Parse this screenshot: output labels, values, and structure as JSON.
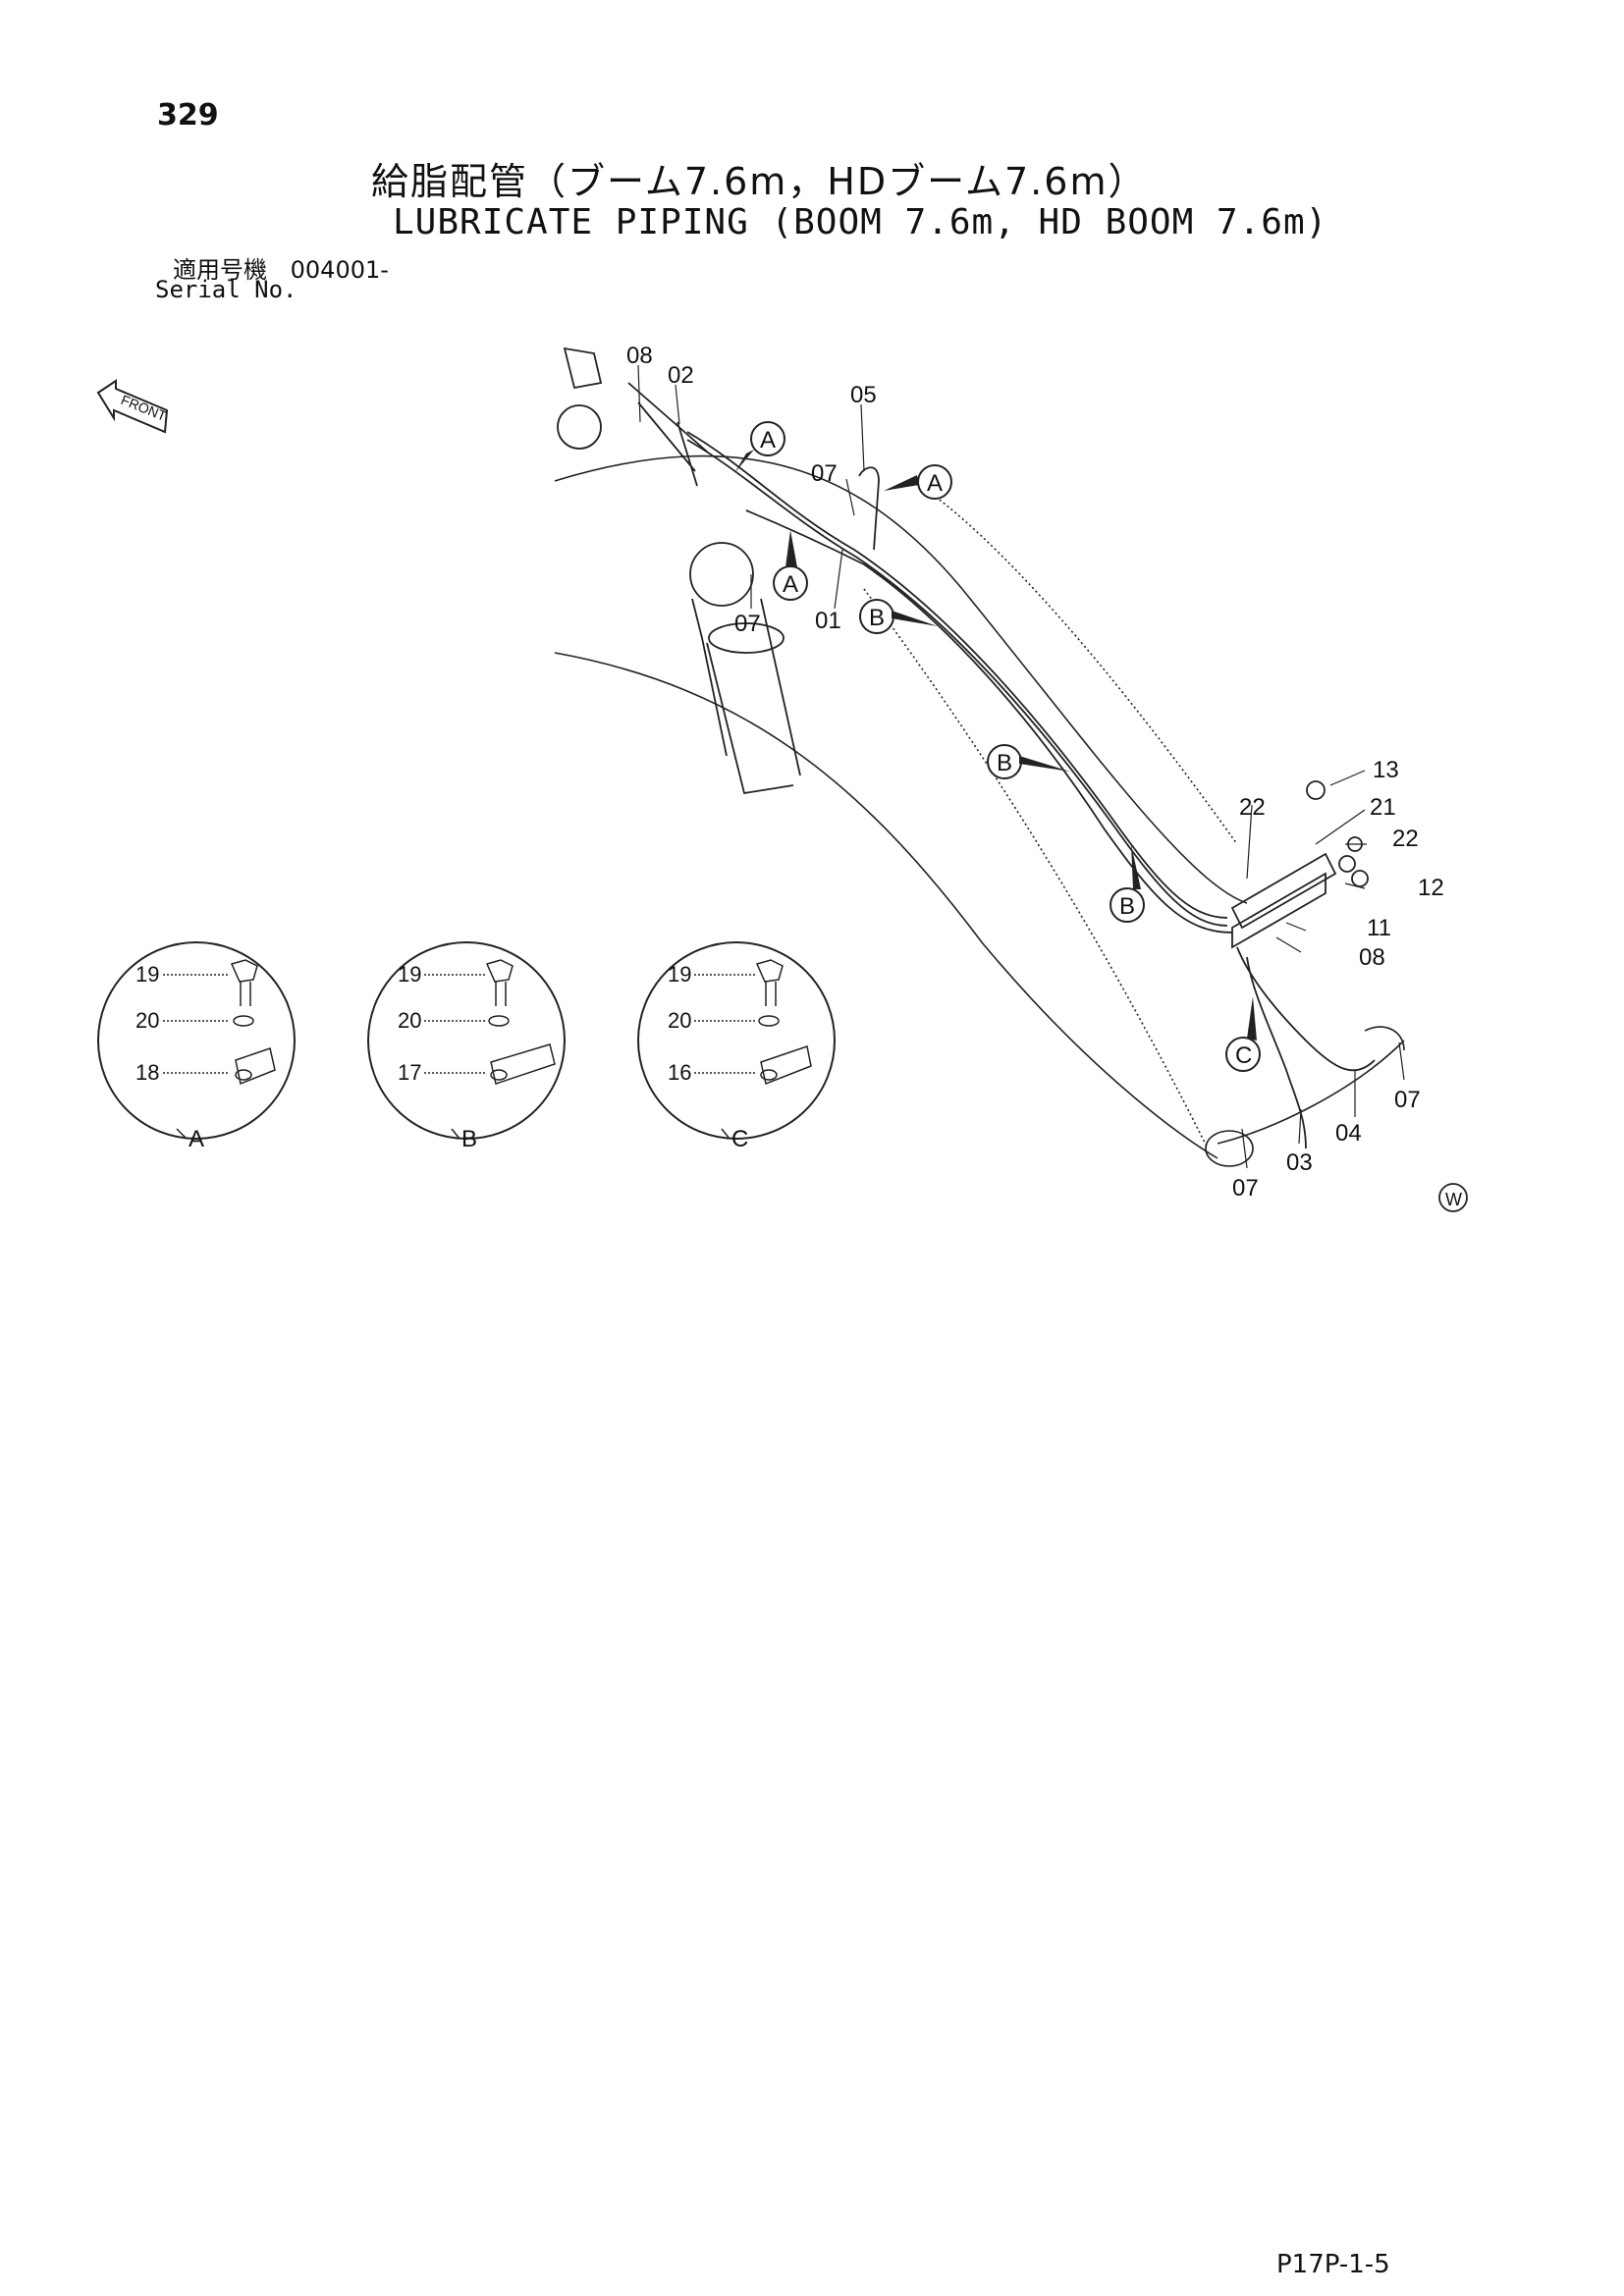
{
  "page": {
    "number": "329",
    "title_ja": "給脂配管（ブーム7.6m，HDブーム7.6m）",
    "title_en": "LUBRICATE PIPING (BOOM 7.6m, HD BOOM 7.6m)",
    "serial_label_ja": "適用号機",
    "serial_value": "004001-",
    "serial_label_en": "Serial No.",
    "footer_code": "P17P-1-5"
  },
  "diagram": {
    "front_label": "FRONT",
    "watermark_symbol": "W",
    "callouts": [
      {
        "id": "c-08-top",
        "text": "08"
      },
      {
        "id": "c-02",
        "text": "02"
      },
      {
        "id": "c-05",
        "text": "05"
      },
      {
        "id": "c-07-a",
        "text": "07"
      },
      {
        "id": "c-07-b",
        "text": "07"
      },
      {
        "id": "c-01",
        "text": "01"
      },
      {
        "id": "c-13",
        "text": "13"
      },
      {
        "id": "c-22-a",
        "text": "22"
      },
      {
        "id": "c-21",
        "text": "21"
      },
      {
        "id": "c-22-b",
        "text": "22"
      },
      {
        "id": "c-12",
        "text": "12"
      },
      {
        "id": "c-11",
        "text": "11"
      },
      {
        "id": "c-08-b",
        "text": "08"
      },
      {
        "id": "c-07-c",
        "text": "07"
      },
      {
        "id": "c-04",
        "text": "04"
      },
      {
        "id": "c-03",
        "text": "03"
      },
      {
        "id": "c-07-d",
        "text": "07"
      }
    ],
    "circle_markers": [
      "A",
      "A",
      "A",
      "B",
      "B",
      "B",
      "C"
    ],
    "detail_views": [
      {
        "label": "A",
        "bolt": "19",
        "washer": "20",
        "clamp": "18"
      },
      {
        "label": "B",
        "bolt": "19",
        "washer": "20",
        "clamp": "17"
      },
      {
        "label": "C",
        "bolt": "19",
        "washer": "20",
        "clamp": "16"
      }
    ]
  }
}
